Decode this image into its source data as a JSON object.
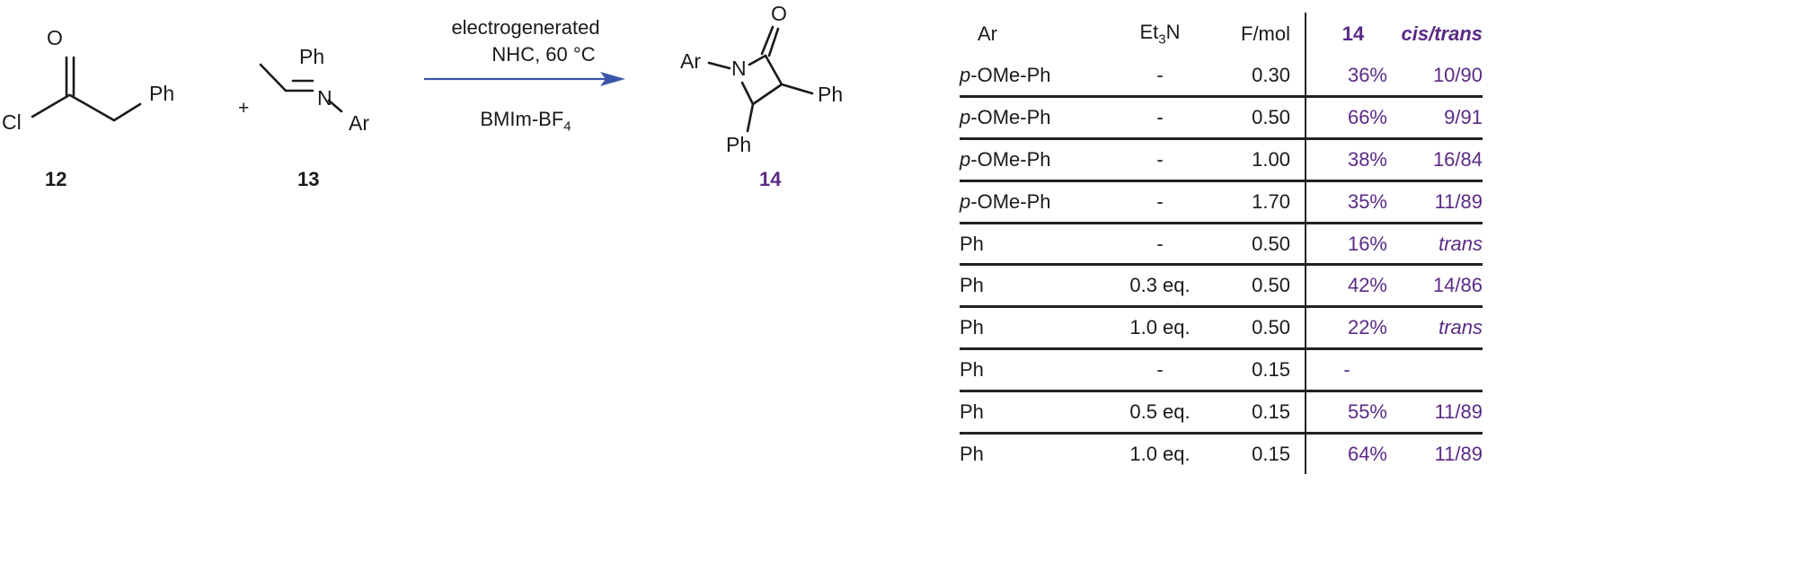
{
  "scheme": {
    "reactant_12": {
      "label": "12",
      "atoms": {
        "oxygen": "O",
        "chlorine": "Cl",
        "substituent": "Ph"
      }
    },
    "plus_sign": "+",
    "reactant_13": {
      "label": "13",
      "atoms": {
        "phenyl": "Ph",
        "nitrogen": "N",
        "aryl": "Ar"
      }
    },
    "arrow": {
      "color": "#3b55a8",
      "conditions_above_line1": "electrogenerated",
      "conditions_above_line2": "NHC, 60 °C",
      "conditions_below_main": "BMIm-BF",
      "conditions_below_sub": "4"
    },
    "product_14": {
      "label": "14",
      "label_color": "#5b2a86",
      "atoms": {
        "oxygen": "O",
        "nitrogen": "N",
        "aryl": "Ar",
        "phenyl_right": "Ph",
        "phenyl_bottom": "Ph"
      }
    }
  },
  "table": {
    "headers": {
      "ar": "Ar",
      "et3n_main": "Et",
      "et3n_sub": "3",
      "et3n_end": "N",
      "fmol": "F/mol",
      "yield": "14",
      "cis_trans": "cis/trans"
    },
    "rows": [
      {
        "ar_prefix": "p",
        "ar": "-OMe-Ph",
        "et3n": "-",
        "fmol": "0.30",
        "yield": "36%",
        "cis_trans": "10/90",
        "ct_italic": false
      },
      {
        "ar_prefix": "p",
        "ar": "-OMe-Ph",
        "et3n": "-",
        "fmol": "0.50",
        "yield": "66%",
        "cis_trans": "9/91",
        "ct_italic": false
      },
      {
        "ar_prefix": "p",
        "ar": "-OMe-Ph",
        "et3n": "-",
        "fmol": "1.00",
        "yield": "38%",
        "cis_trans": "16/84",
        "ct_italic": false
      },
      {
        "ar_prefix": "p",
        "ar": "-OMe-Ph",
        "et3n": "-",
        "fmol": "1.70",
        "yield": "35%",
        "cis_trans": "11/89",
        "ct_italic": false
      },
      {
        "ar_prefix": "",
        "ar": "Ph",
        "et3n": "-",
        "fmol": "0.50",
        "yield": "16%",
        "cis_trans": "trans",
        "ct_italic": true
      },
      {
        "ar_prefix": "",
        "ar": "Ph",
        "et3n": "0.3 eq.",
        "fmol": "0.50",
        "yield": "42%",
        "cis_trans": "14/86",
        "ct_italic": false
      },
      {
        "ar_prefix": "",
        "ar": "Ph",
        "et3n": "1.0 eq.",
        "fmol": "0.50",
        "yield": "22%",
        "cis_trans": "trans",
        "ct_italic": true
      },
      {
        "ar_prefix": "",
        "ar": "Ph",
        "et3n": "-",
        "fmol": "0.15",
        "yield": "-",
        "cis_trans": "",
        "ct_italic": false
      },
      {
        "ar_prefix": "",
        "ar": "Ph",
        "et3n": "0.5 eq.",
        "fmol": "0.15",
        "yield": "55%",
        "cis_trans": "11/89",
        "ct_italic": false
      },
      {
        "ar_prefix": "",
        "ar": "Ph",
        "et3n": "1.0 eq.",
        "fmol": "0.15",
        "yield": "64%",
        "cis_trans": "11/89",
        "ct_italic": false
      }
    ]
  }
}
